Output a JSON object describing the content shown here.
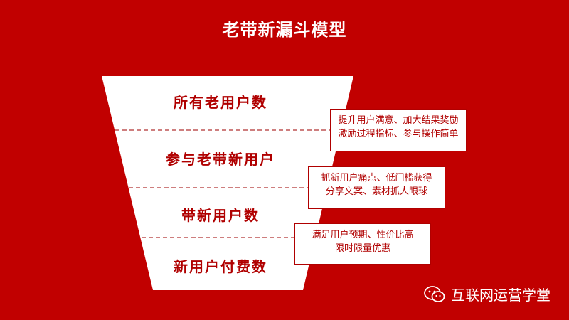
{
  "title": "老带新漏斗模型",
  "stages": [
    {
      "label": "所有老用户数"
    },
    {
      "label": "参与老带新用户"
    },
    {
      "label": "带新用户数"
    },
    {
      "label": "新用户付费数"
    }
  ],
  "notes": [
    {
      "line1": "提升用户满意、加大结果奖励",
      "line2": "激励过程指标、参与操作简单"
    },
    {
      "line1": "抓新用户痛点、低门槛获得",
      "line2": "分享文案、素材抓人眼球"
    },
    {
      "line1": "满足用户预期、性价比高",
      "line2": "限时限量优惠"
    }
  ],
  "brand": {
    "name": "互联网运营学堂",
    "icon": "wechat-icon"
  },
  "colors": {
    "background": "#c10000",
    "accent": "#b00000",
    "funnel": "#ffffff"
  }
}
